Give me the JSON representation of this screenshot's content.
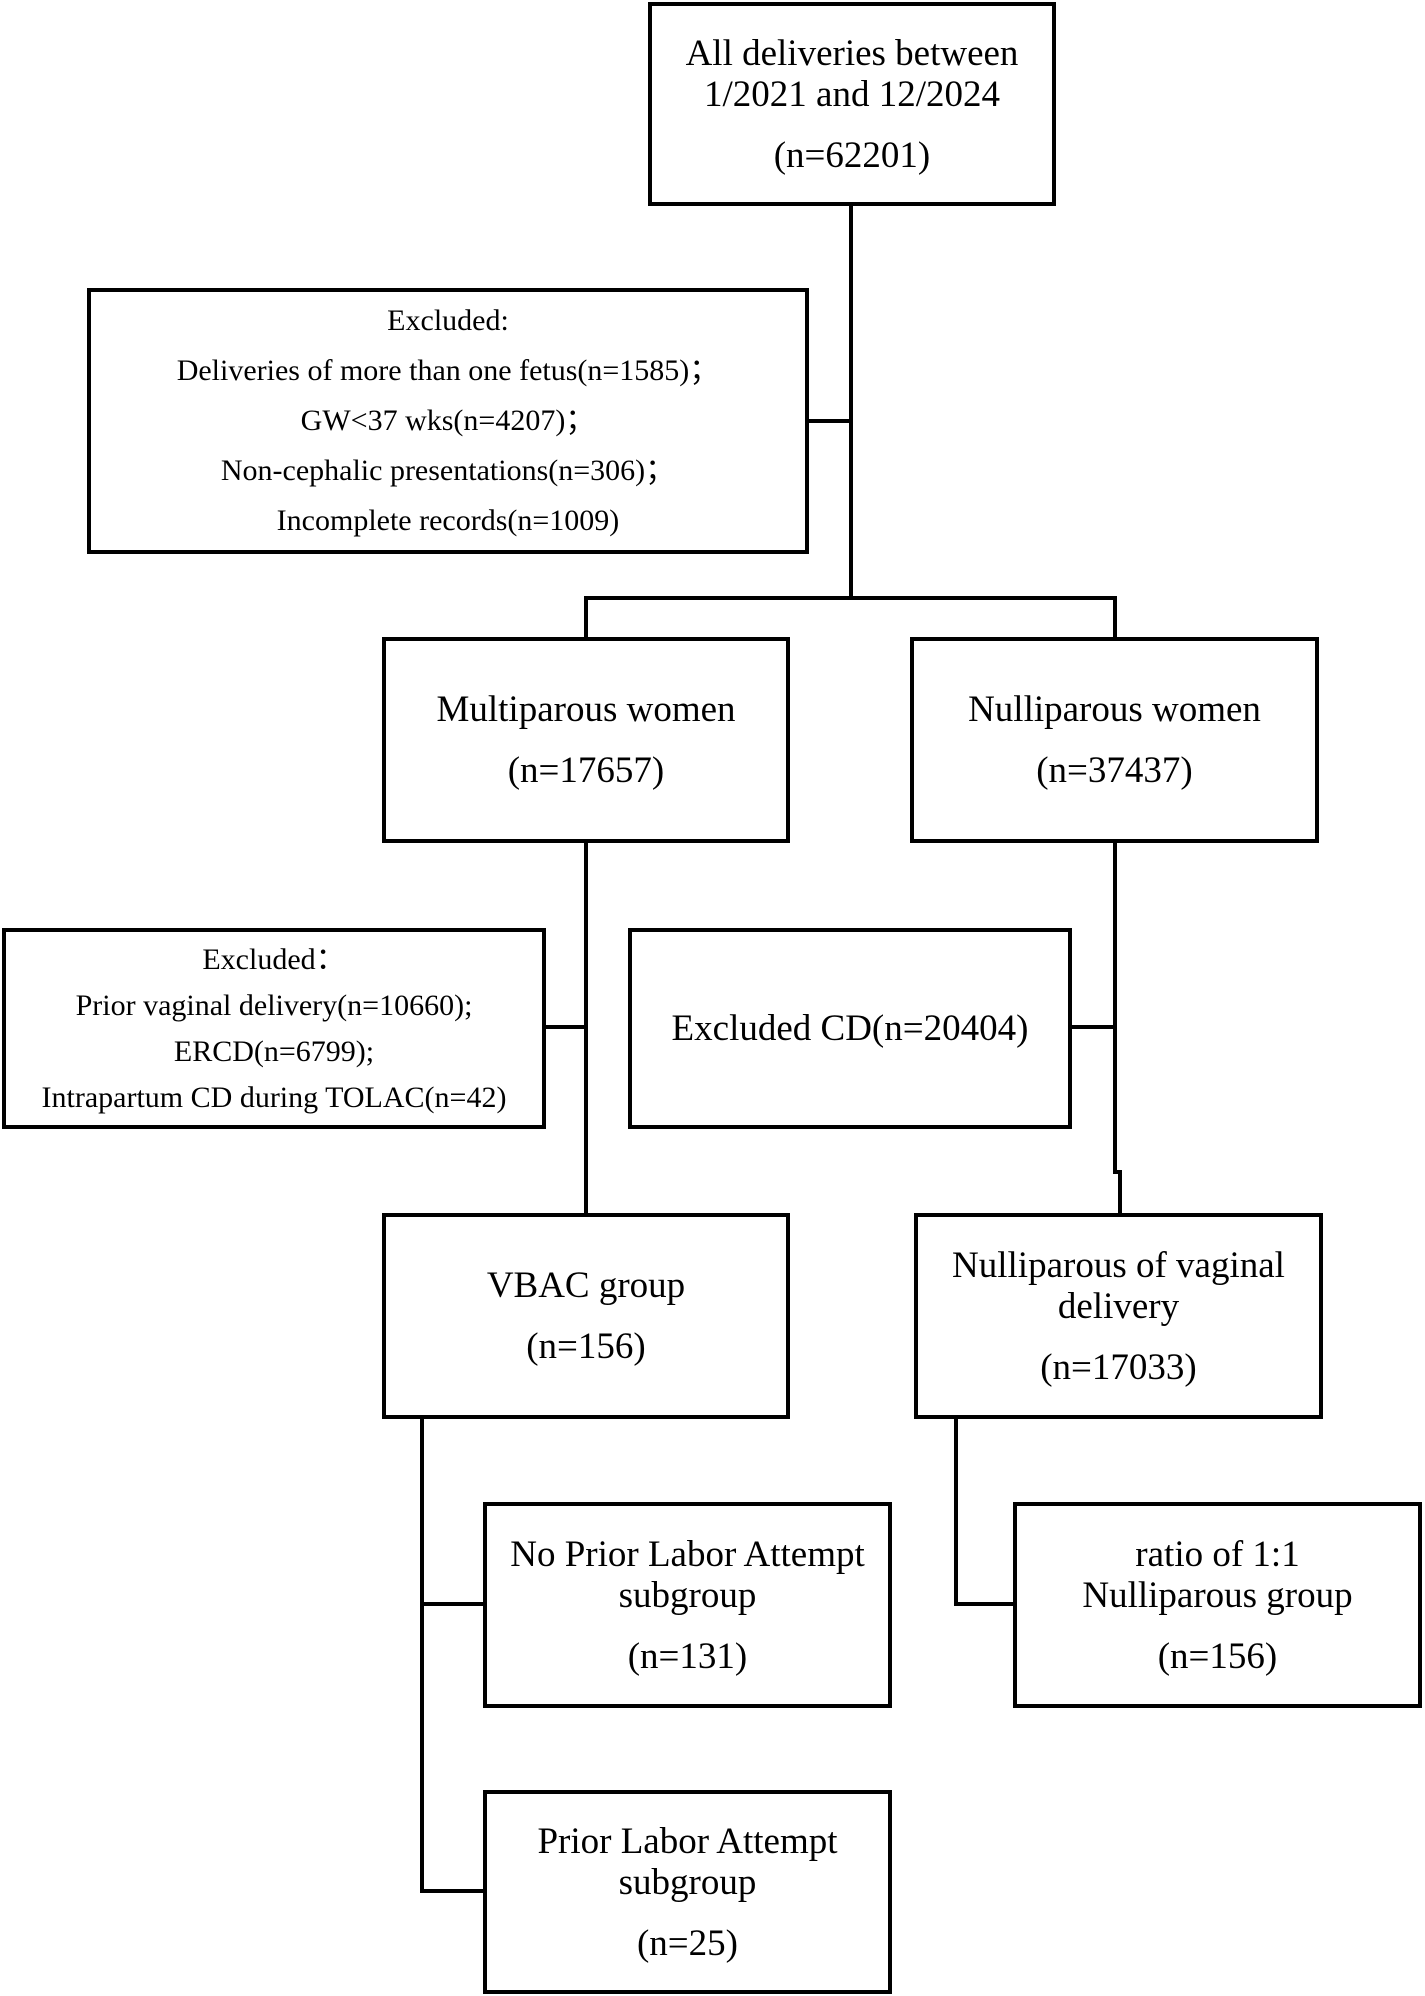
{
  "boxes": {
    "all_deliveries": {
      "line1": "All deliveries between",
      "line2": "1/2021 and 12/2024",
      "count": "(n=62201)"
    },
    "excluded_1": {
      "header": "Excluded:",
      "items": [
        "Deliveries of more than one fetus(n=1585)；",
        "GW<37 wks(n=4207)；",
        "Non-cephalic presentations(n=306)；",
        "Incomplete records(n=1009)"
      ]
    },
    "multiparous": {
      "label": "Multiparous women",
      "count": "(n=17657)"
    },
    "nulliparous": {
      "label": "Nulliparous women",
      "count": "(n=37437)"
    },
    "excluded_2": {
      "header": "Excluded：",
      "items": [
        "Prior vaginal delivery(n=10660);",
        "ERCD(n=6799);",
        "Intrapartum CD during TOLAC(n=42)"
      ]
    },
    "excluded_cd": {
      "label": "Excluded CD(n=20404)"
    },
    "vbac": {
      "label": "VBAC group",
      "count": "(n=156)"
    },
    "nulliparous_vaginal": {
      "line1": "Nulliparous of vaginal",
      "line2": "delivery",
      "count": "(n=17033)"
    },
    "no_prior_labor": {
      "line1": "No Prior Labor Attempt",
      "line2": "subgroup",
      "count": "(n=131)"
    },
    "ratio_group": {
      "line1": "ratio of 1:1",
      "line2": "Nulliparous group",
      "count": "(n=156)"
    },
    "prior_labor": {
      "line1": "Prior Labor Attempt",
      "line2": "subgroup",
      "count": "(n=25)"
    }
  },
  "colors": {
    "line": "#000000",
    "background": "#ffffff"
  }
}
